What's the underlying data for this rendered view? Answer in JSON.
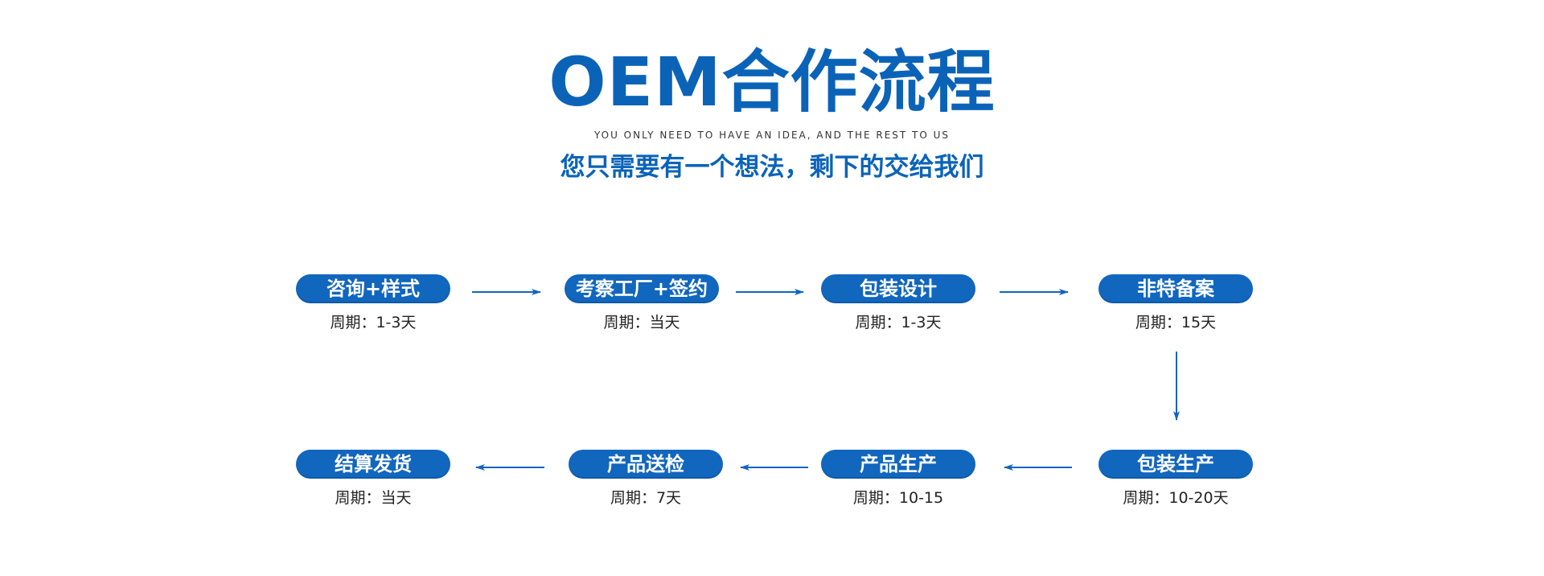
{
  "header": {
    "title": "OEM合作流程",
    "subtitle_en": "YOU ONLY NEED TO HAVE AN IDEA, AND THE REST TO US",
    "subtitle_cn": "您只需要有一个想法，剩下的交给我们"
  },
  "colors": {
    "accent": "#0b63b8",
    "pill": "#1166be",
    "text": "#222222"
  },
  "steps": [
    {
      "label": "咨询+样式",
      "period": "周期：1-3天"
    },
    {
      "label": "考察工厂+签约",
      "period": "周期：当天"
    },
    {
      "label": "包装设计",
      "period": "周期：1-3天"
    },
    {
      "label": "非特备案",
      "period": "周期：15天"
    },
    {
      "label": "包装生产",
      "period": "周期：10-20天"
    },
    {
      "label": "产品生产",
      "period": "周期：10-15"
    },
    {
      "label": "产品送检",
      "period": "周期：7天"
    },
    {
      "label": "结算发货",
      "period": "周期：当天"
    }
  ]
}
